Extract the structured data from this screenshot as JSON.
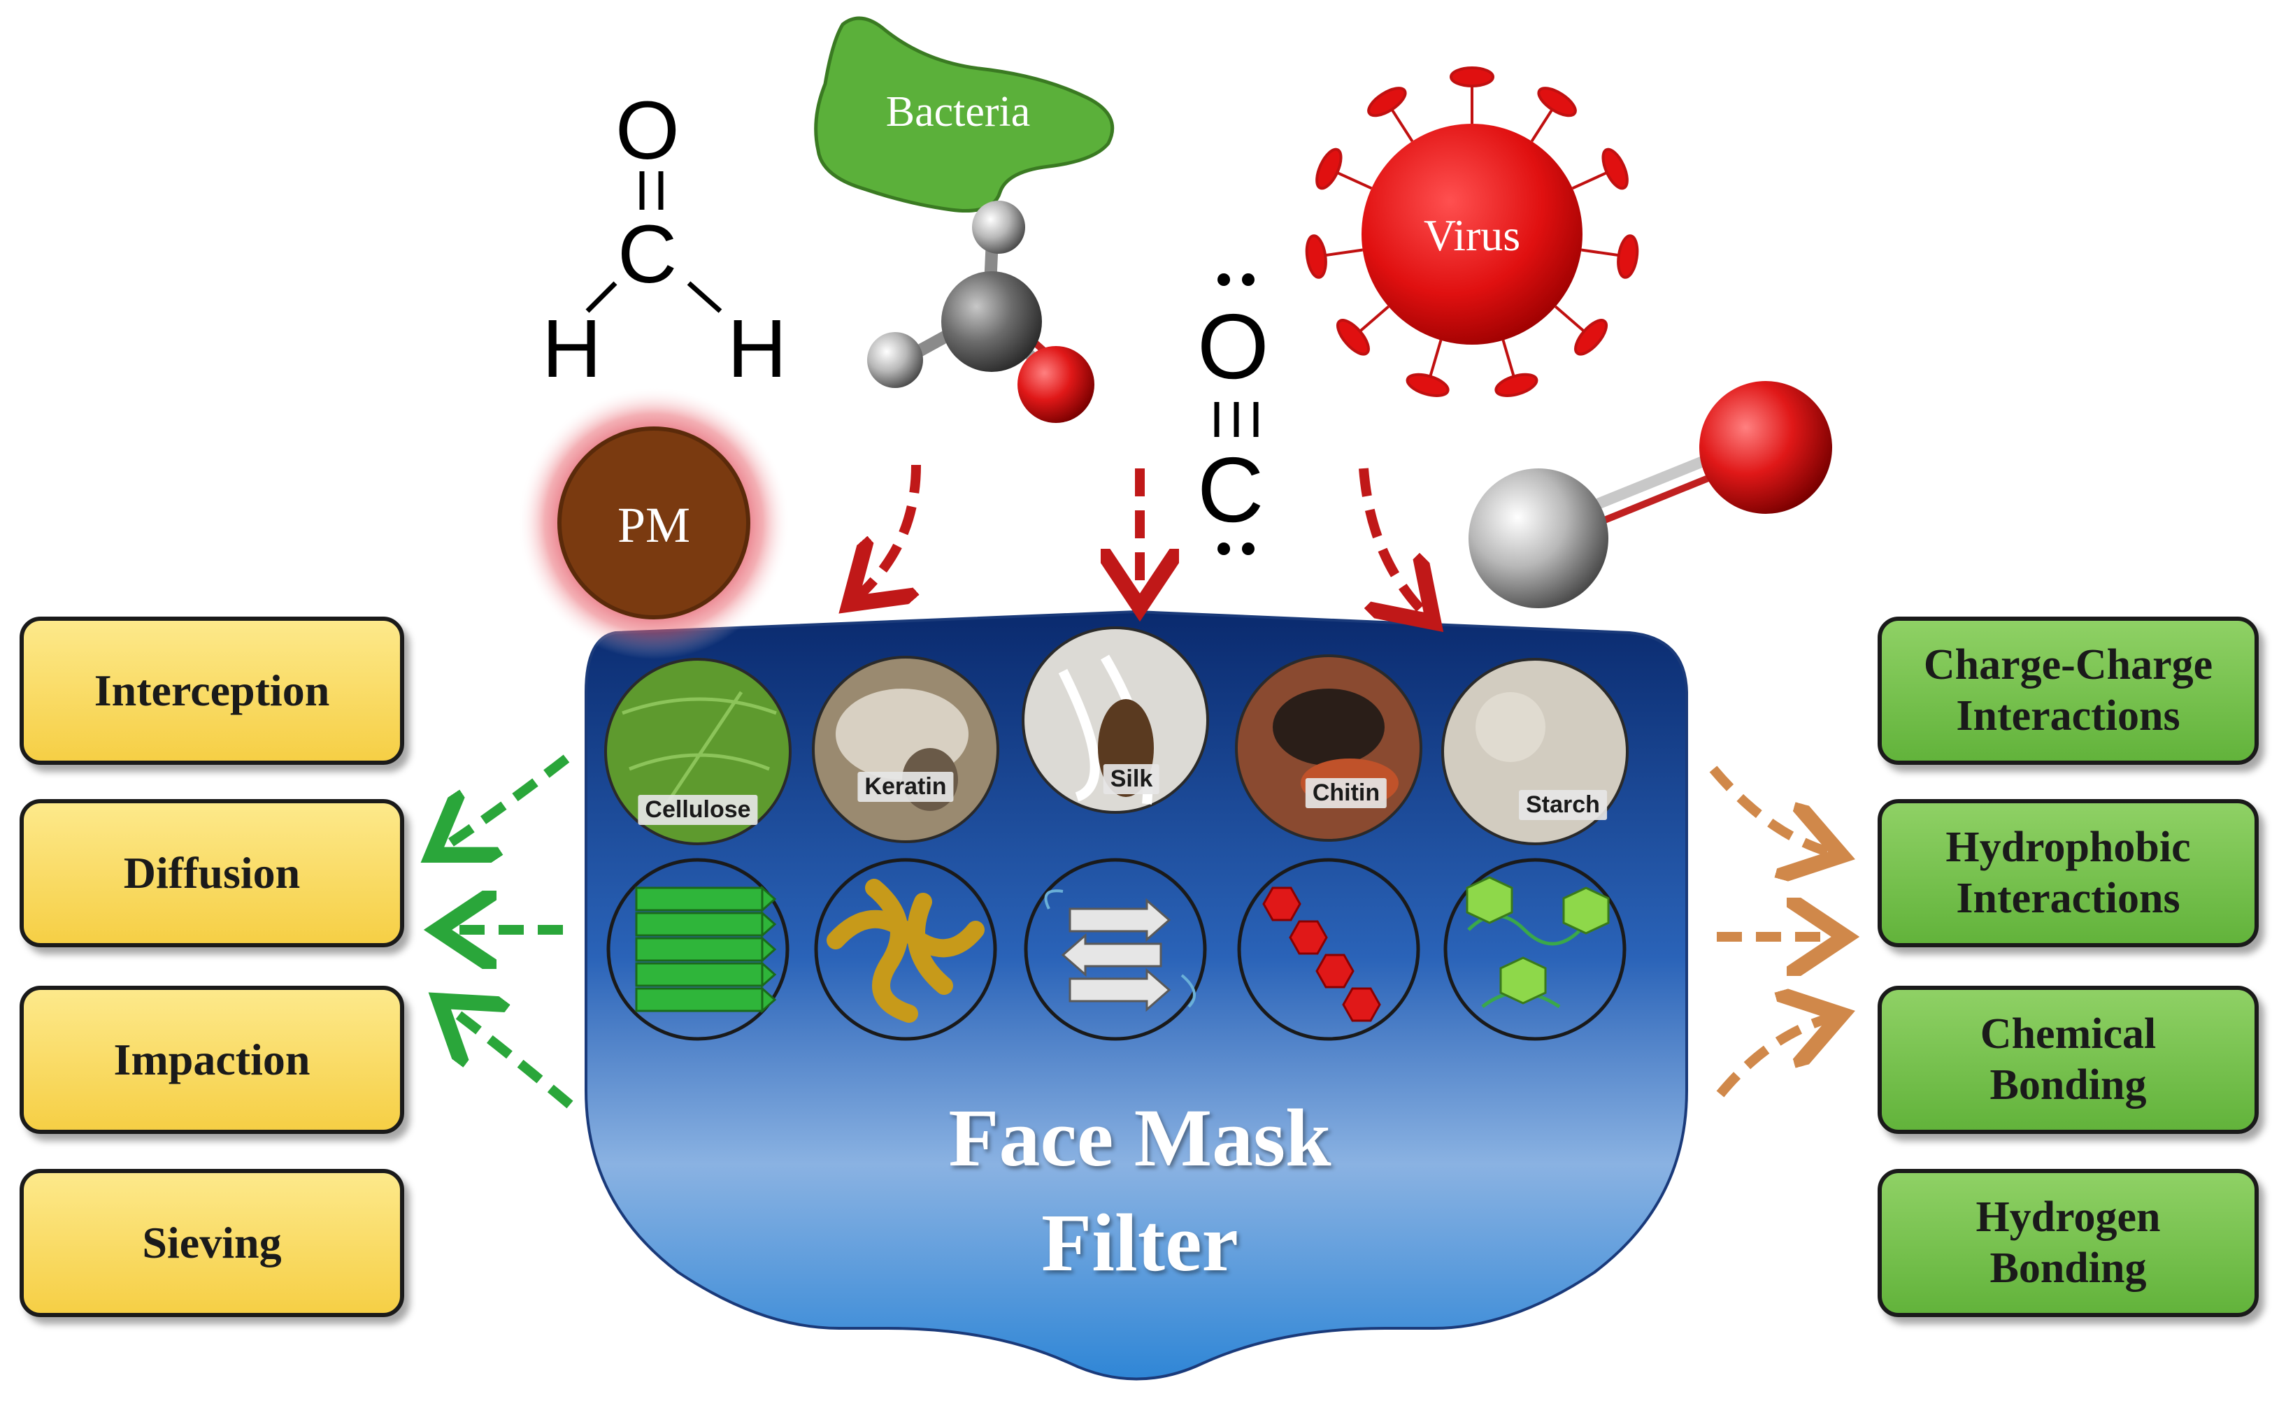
{
  "mask": {
    "title_line1": "Face Mask",
    "title_line2": "Filter"
  },
  "pollutants": {
    "bacteria": "Bacteria",
    "virus": "Virus",
    "pm": "PM",
    "formaldehyde": {
      "o": "O",
      "c": "C",
      "h_left": "H",
      "h_right": "H"
    },
    "carbon_monoxide_lewis": {
      "o": "O",
      "c": "C"
    }
  },
  "materials": [
    "Cellulose",
    "Keratin",
    "Silk",
    "Chitin",
    "Starch"
  ],
  "mechanisms_left": [
    "Interception",
    "Diffusion",
    "Impaction",
    "Sieving"
  ],
  "mechanisms_right": [
    "Charge-Charge\nInteractions",
    "Hydrophobic\nInteractions",
    "Chemical\nBonding",
    "Hydrogen\nBonding"
  ],
  "colors": {
    "mask_top": "#0a2a6e",
    "mask_bottom": "#4f9ce0",
    "left_box": "#f6cf45",
    "right_box": "#6cbb45",
    "left_arrow": "#2aa63a",
    "right_arrow": "#d0884a",
    "top_arrow": "#c01818"
  }
}
